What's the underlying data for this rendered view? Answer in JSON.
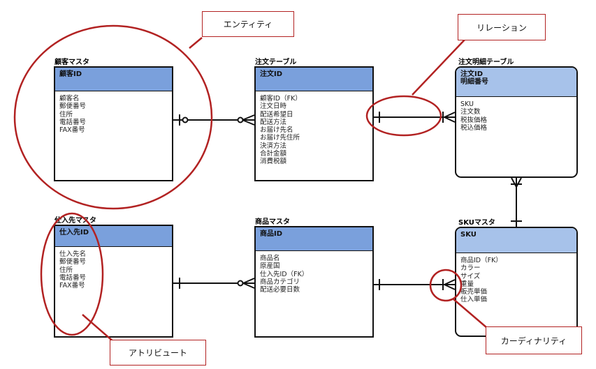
{
  "entities": {
    "customer_master": {
      "title": "顧客マスタ",
      "key": "顧客ID",
      "attributes": [
        "顧客名",
        "郵便番号",
        "住所",
        "電話番号",
        "FAX番号"
      ]
    },
    "order_table": {
      "title": "注文テーブル",
      "key": "注文ID",
      "attributes": [
        "顧客ID（FK）",
        "注文日時",
        "配送希望日",
        "配送方法",
        "お届け先名",
        "お届け先住所",
        "決済方法",
        "合計金額",
        "消費税額"
      ]
    },
    "order_detail_table": {
      "title": "注文明細テーブル",
      "key": "注文ID",
      "key2": "明細番号",
      "attributes": [
        "SKU",
        "注文数",
        "税抜価格",
        "税込価格"
      ]
    },
    "supplier_master": {
      "title": "仕入先マスタ",
      "key": "仕入先ID",
      "attributes": [
        "仕入先名",
        "郵便番号",
        "住所",
        "電話番号",
        "FAX番号"
      ]
    },
    "product_master": {
      "title": "商品マスタ",
      "key": "商品ID",
      "attributes": [
        "商品名",
        "原産国",
        "仕入先ID（FK）",
        "商品カテゴリ",
        "配送必要日数"
      ]
    },
    "sku_master": {
      "title": "SKUマスタ",
      "key": "SKU",
      "attributes": [
        "商品ID（FK）",
        "カラー",
        "サイズ",
        "重量",
        "販売単価",
        "仕入単価"
      ]
    }
  },
  "annotations": {
    "entity": "エンティティ",
    "relation": "リレーション",
    "attribute": "アトリビュート",
    "cardinality": "カーディナリティ"
  },
  "colors": {
    "key_header": "#7aa0dc",
    "key_header_light": "#a7c2ea",
    "annotation_red": "#b22222"
  }
}
